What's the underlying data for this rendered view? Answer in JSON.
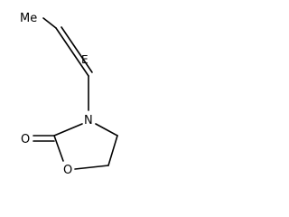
{
  "molecule": {
    "substituent_label": "Me",
    "stereo_label": "E",
    "nitrogen_label": "N",
    "carbonyl_oxygen_label": "O",
    "ring_oxygen_label": "O"
  }
}
